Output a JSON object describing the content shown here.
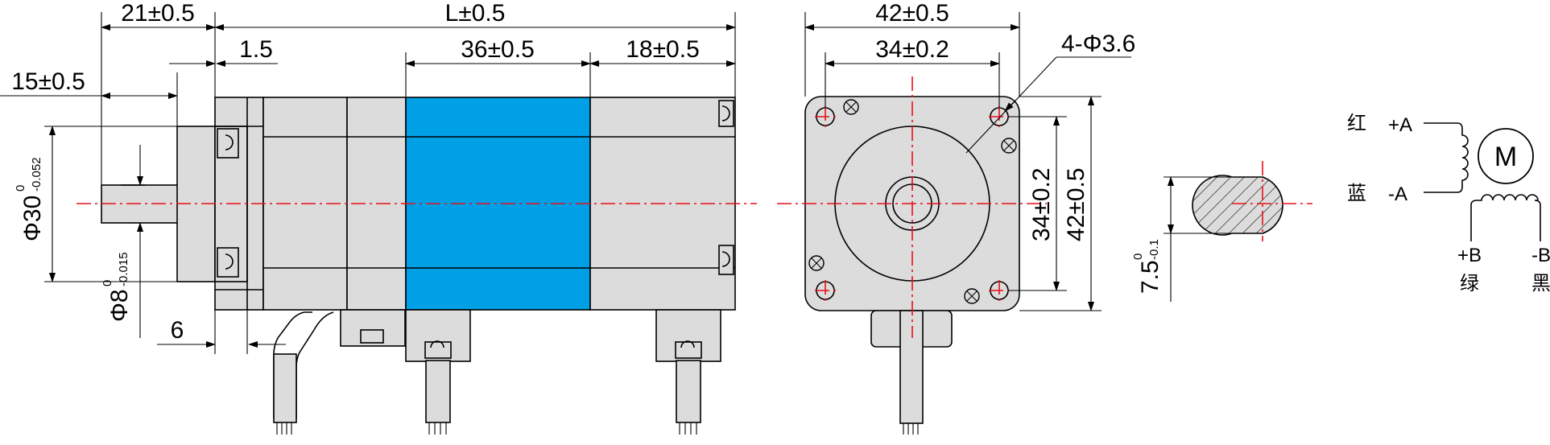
{
  "dimensions": {
    "shaft_offset": "21±0.5",
    "length_total": "L±0.5",
    "flange_thickness": "1.5",
    "body_section": "36±0.5",
    "end_section": "18±0.5",
    "shaft_length": "15±0.5",
    "boss_diameter": "Φ30",
    "boss_tol_upper": "0",
    "boss_tol_lower": "-0.052",
    "shaft_diameter": "Φ8",
    "shaft_tol_upper": "0",
    "shaft_tol_lower": "-0.015",
    "boss_height": "6",
    "flange_width": "42±0.5",
    "hole_spacing": "34±0.2",
    "mounting_holes": "4-Φ3.6",
    "hole_spacing_vertical": "34±0.2",
    "flange_height": "42±0.5",
    "flat_dimension": "7.5",
    "flat_tol_upper": "0",
    "flat_tol_lower": "-0.1"
  },
  "wiring": {
    "motor_label": "M",
    "a_plus_color": "红",
    "a_plus": "+A",
    "a_minus_color": "蓝",
    "a_minus": "-A",
    "b_plus": "+B",
    "b_plus_color": "绿",
    "b_minus": "-B",
    "b_minus_color": "黑"
  },
  "colors": {
    "stator_highlight": "#00a0e6",
    "centerline": "#e8101a",
    "body_fill": "#dcdcdc"
  }
}
